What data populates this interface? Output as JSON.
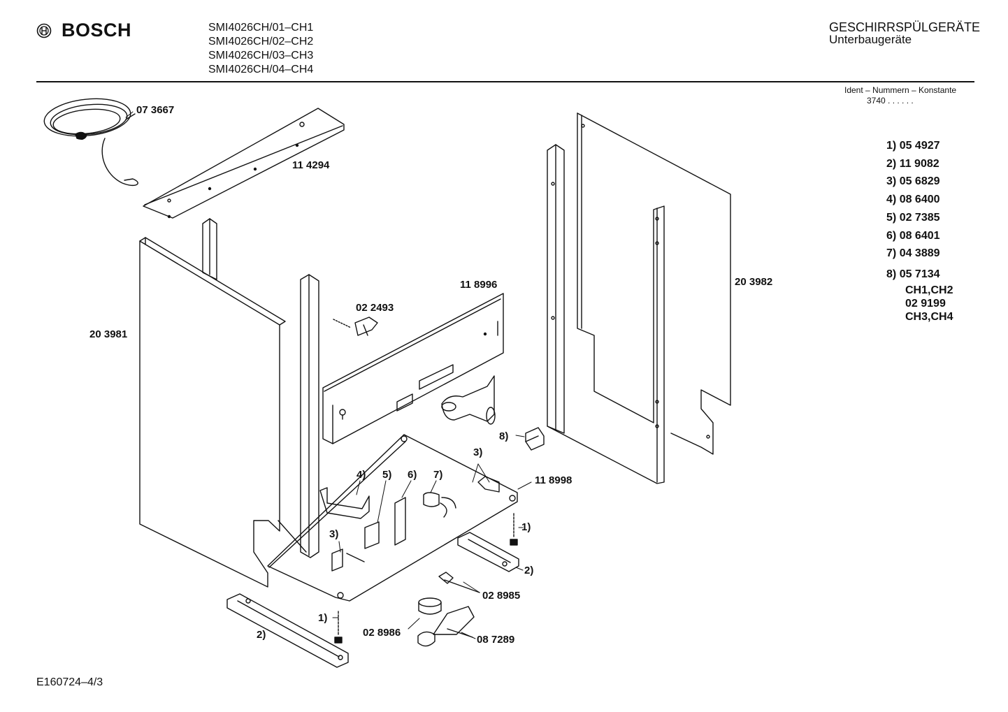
{
  "header": {
    "brand": "BOSCH",
    "models": [
      "SMI4026CH/01–CH1",
      "SMI4026CH/02–CH2",
      "SMI4026CH/03–CH3",
      "SMI4026CH/04–CH4"
    ],
    "category": "GESCHIRRSPÜLGERÄTE",
    "subcategory": "Unterbaugeräte"
  },
  "ident": {
    "title": "Ident – Nummern – Konstante",
    "value": "3740 . .   . . . ."
  },
  "legend": [
    {
      "key": "1)",
      "code": "05 4927"
    },
    {
      "key": "2)",
      "code": "11 9082"
    },
    {
      "key": "3)",
      "code": "05 6829"
    },
    {
      "key": "4)",
      "code": "08 6400"
    },
    {
      "key": "5)",
      "code": "02 7385"
    },
    {
      "key": "6)",
      "code": "08 6401"
    },
    {
      "key": "7)",
      "code": "04 3889"
    },
    {
      "key": "8)",
      "code": "05 7134",
      "extra": [
        "CH1,CH2",
        "02 9199",
        "CH3,CH4"
      ]
    }
  ],
  "parts": {
    "p073667": "07 3667",
    "p114294": "11 4294",
    "p203981": "20 3981",
    "p118996": "11 8996",
    "p022493": "02 2493",
    "p203982": "20 3982",
    "p118998": "11 8998",
    "p028985": "02 8985",
    "p028986": "02 8986",
    "p087289": "08 7289"
  },
  "callouts": {
    "c3a": "3)",
    "c4": "4)",
    "c5": "5)",
    "c6": "6)",
    "c7": "7)",
    "c8": "8)",
    "c3b": "3)",
    "c1a": "1)",
    "c2a": "2)",
    "c1b": "1)",
    "c2b": "2)"
  },
  "footer": {
    "code": "E160724–4/3"
  }
}
